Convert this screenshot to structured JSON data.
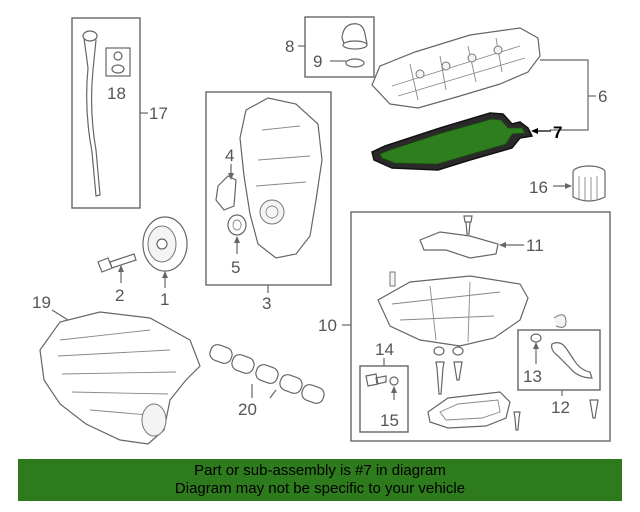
{
  "diagram": {
    "callouts": {
      "c1": "1",
      "c2": "2",
      "c3": "3",
      "c4": "4",
      "c5": "5",
      "c6": "6",
      "c7": "7",
      "c8": "8",
      "c9": "9",
      "c10": "10",
      "c11": "11",
      "c12": "12",
      "c13": "13",
      "c14": "14",
      "c15": "15",
      "c16": "16",
      "c17": "17",
      "c18": "18",
      "c19": "19",
      "c20": "20"
    },
    "highlighted_part": "7",
    "highlight_color": "#2e7d1f"
  },
  "banner": {
    "line1": "Part or sub-assembly is #7 in diagram",
    "line2": "Diagram may not be specific to your vehicle",
    "background": "#2d7b1c"
  }
}
